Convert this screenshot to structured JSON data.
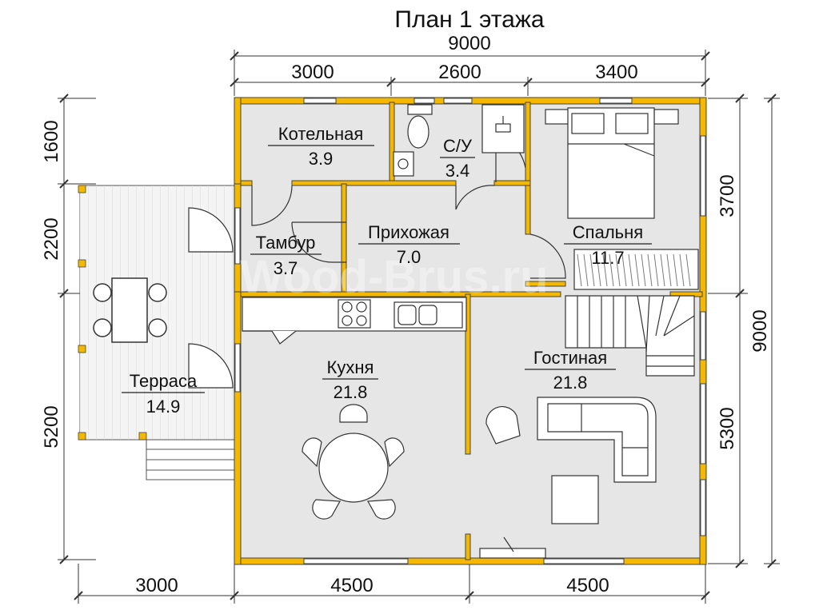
{
  "title": "План 1 этажа",
  "watermark": "Wood-Brus.ru",
  "colors": {
    "wall": "#f5b800",
    "wall_edge": "#444444",
    "floor": "#e6e6e6",
    "terrace": "#f3f3f3",
    "line": "#333333"
  },
  "dimensions": {
    "top_total": "9000",
    "top_1": "3000",
    "top_2": "2600",
    "top_3": "3400",
    "bottom_1": "3000",
    "bottom_2": "4500",
    "bottom_3": "4500",
    "left_1": "1600",
    "left_2": "2200",
    "left_3": "5200",
    "right_1": "3700",
    "right_2": "5300",
    "right_total": "9000"
  },
  "rooms": {
    "boiler": {
      "name": "Котельная",
      "area": "3.9"
    },
    "wc": {
      "name": "С/У",
      "area": "3.4"
    },
    "bedroom": {
      "name": "Спальня",
      "area": "11.7"
    },
    "vestibule": {
      "name": "Тамбур",
      "area": "3.7"
    },
    "hall": {
      "name": "Прихожая",
      "area": "7.0"
    },
    "kitchen": {
      "name": "Кухня",
      "area": "21.8"
    },
    "living": {
      "name": "Гостиная",
      "area": "21.8"
    },
    "terrace": {
      "name": "Терраса",
      "area": "14.9"
    }
  }
}
